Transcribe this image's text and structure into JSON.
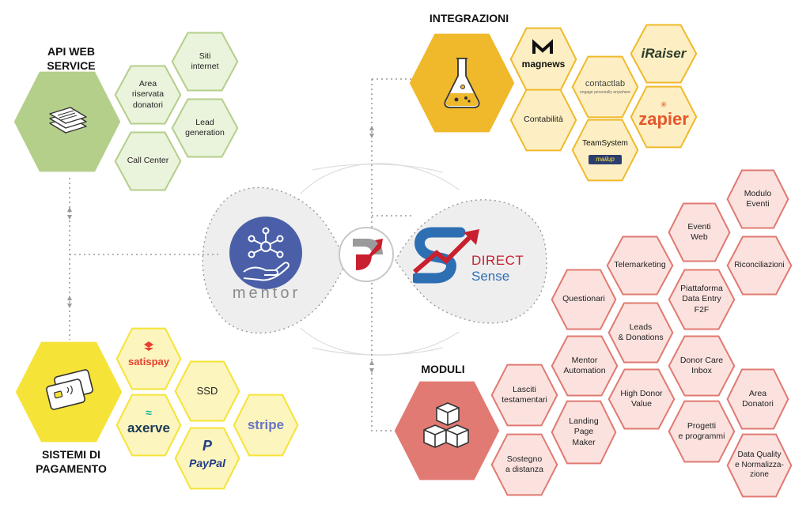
{
  "api_web_service": {
    "title": "API WEB\nSERVICE",
    "items": [
      "Siti\ninternet",
      "Area\nriservata\ndonatori",
      "Lead\ngeneration",
      "Call Center"
    ]
  },
  "integrazioni": {
    "title": "INTEGRAZIONI",
    "items": [
      "magnews",
      "iRaiser",
      "contactlab",
      "engage personally anywhere",
      "Contabilità",
      "zapier",
      "TeamSystem",
      "mailup"
    ]
  },
  "moduli": {
    "title": "MODULI",
    "items": [
      "Modulo\nEventi",
      "Eventi\nWeb",
      "Telemarketing",
      "Riconciliazioni",
      "Questionari",
      "Piattaforma\nData Entry\nF2F",
      "Leads\n& Donations",
      "Mentor\nAutomation",
      "Donor Care\nInbox",
      "Lasciti\ntestamentari",
      "High Donor\nValue",
      "Area\nDonatori",
      "Landing\nPage\nMaker",
      "Progetti\ne programmi",
      "Sostegno\na distanza",
      "Data Quality\ne Normalizza-\nzione"
    ]
  },
  "sistemi_pagamento": {
    "title": "SISTEMI DI\nPAGAMENTO",
    "items": [
      "satispay",
      "SSD",
      "axerve",
      "stripe",
      "PayPal"
    ]
  },
  "center": {
    "mentor_label": "mentor",
    "direct_label": "DIRECT",
    "sense_label": "Sense"
  },
  "colors": {
    "green_hex": "#b3cf8a",
    "green_light": "#eaf3dc",
    "orange_hex": "#f0b92b",
    "orange_light": "#fdefc3",
    "red_hex": "#e07a72",
    "red_light": "#fbe2df",
    "yellow_hex": "#f5e338",
    "yellow_light": "#fcf5bd",
    "mentor_blue": "#4a5fa8",
    "brand_red": "#c8202e",
    "brand_blue": "#2e6fb3"
  }
}
